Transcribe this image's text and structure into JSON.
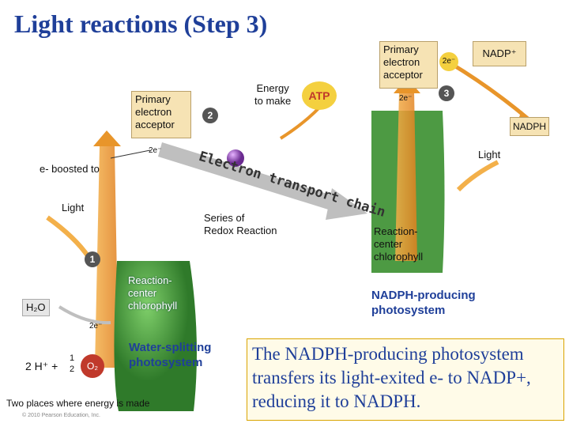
{
  "title": "Light reactions (Step 3)",
  "left": {
    "primary_acceptor": "Primary\nelectron\nacceptor",
    "e_boosted": "e- boosted to",
    "light": "Light",
    "step1": "1",
    "step2": "2",
    "e2_top": "2e⁻",
    "e2_bottom": "2e⁻",
    "reaction_center": "Reaction-\ncenter\nchlorophyll",
    "h2o": "H₂O",
    "two_h": "2 H⁺ +",
    "half": "1\n2",
    "o2": "O₂",
    "photosystem": "Water-splitting\nphotosystem"
  },
  "middle": {
    "energy": "Energy\nto make",
    "atp": "ATP",
    "etc": "Electron transport chain",
    "redox": "Series of\n Redox Reaction"
  },
  "right": {
    "primary_acceptor": "Primary\nelectron\nacceptor",
    "e2_a": "2e⁻",
    "e2_b": "2e⁻",
    "step3": "3",
    "nadp": "NADP⁺",
    "nadph": "NADPH",
    "light": "Light",
    "reaction_center": "Reaction-\ncenter\nchlorophyll",
    "photosystem": "NADPH-producing\nphotosystem"
  },
  "bottom_note": "Two places where energy is made",
  "copyright": "© 2010 Pearson Education, Inc.",
  "explanation": "The NADPH-producing photosystem transfers its light-exited e- to NADP+, reducing it to NADPH.",
  "colors": {
    "title": "#1f3f99",
    "arrow_orange": "#e8952a",
    "arrow_grey": "#bfbfbf",
    "green": "#3f8f3a",
    "purple": "#7a3fa0",
    "note_border": "#d9a400"
  }
}
